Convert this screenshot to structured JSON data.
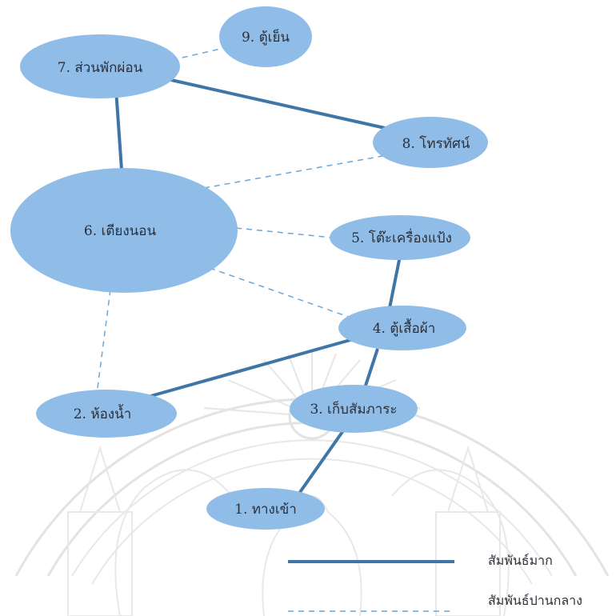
{
  "colors": {
    "node_fill": "#8fbde8",
    "strong_line": "#3f76a6",
    "medium_line": "#6aa6d8",
    "text": "#2a2f3a",
    "watermark": "#e3e3e3"
  },
  "nodes": {
    "n1": {
      "label": "1.   ทางเข้า"
    },
    "n2": {
      "label": "2.   ห้องน้ำ"
    },
    "n3": {
      "label": "3.   เก็บสัมภาระ"
    },
    "n4": {
      "label": "4.   ตู้เสื้อผ้า"
    },
    "n5": {
      "label": "5.   โต๊ะเครื่องแป้ง"
    },
    "n6": {
      "label": "6.   เตียงนอน"
    },
    "n7": {
      "label": "7.   ส่วนพักผ่อน"
    },
    "n8": {
      "label": "8.   โทรทัศน์"
    },
    "n9": {
      "label": "9.   ตู้เย็น"
    }
  },
  "edges": [
    {
      "from": "n7",
      "to": "n9",
      "type": "medium"
    },
    {
      "from": "n7",
      "to": "n8",
      "type": "strong"
    },
    {
      "from": "n7",
      "to": "n6",
      "type": "strong"
    },
    {
      "from": "n6",
      "to": "n8",
      "type": "medium"
    },
    {
      "from": "n6",
      "to": "n5",
      "type": "medium"
    },
    {
      "from": "n6",
      "to": "n4",
      "type": "medium"
    },
    {
      "from": "n6",
      "to": "n2",
      "type": "medium"
    },
    {
      "from": "n5",
      "to": "n4",
      "type": "strong"
    },
    {
      "from": "n4",
      "to": "n2",
      "type": "strong"
    },
    {
      "from": "n4",
      "to": "n3",
      "type": "strong"
    },
    {
      "from": "n3",
      "to": "n1",
      "type": "strong"
    }
  ],
  "legend": {
    "strong": "สัมพันธ์มาก",
    "medium": "สัมพันธ์ปานกลาง"
  }
}
